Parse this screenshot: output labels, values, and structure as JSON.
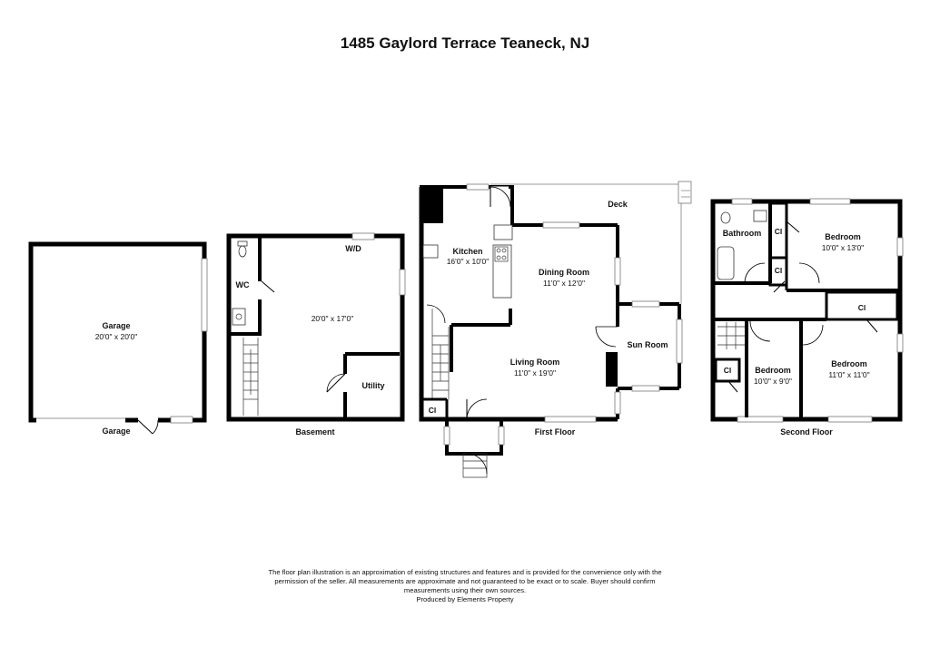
{
  "title": "1485 Gaylord Terrace Teaneck, NJ",
  "garage": {
    "room_name": "Garage",
    "room_dims": "20'0\" x 20'0\"",
    "floor_label": "Garage"
  },
  "basement": {
    "wc": "WC",
    "wd": "W/D",
    "room_dims": "20'0\" x 17'0\"",
    "utility": "Utility",
    "floor_label": "Basement"
  },
  "first_floor": {
    "deck": "Deck",
    "kitchen": "Kitchen",
    "kitchen_dims": "16'0\" x 10'0\"",
    "dining": "Dining Room",
    "dining_dims": "11'0\" x 12'0\"",
    "living": "Living Room",
    "living_dims": "11'0\" x 19'0\"",
    "sunroom": "Sun Room",
    "closet": "Cl",
    "floor_label": "First Floor"
  },
  "second_floor": {
    "bathroom": "Bathroom",
    "closet": "Cl",
    "bedroom1": "Bedroom",
    "bedroom1_dims": "10'0\" x 13'0\"",
    "bedroom2": "Bedroom",
    "bedroom2_dims": "10'0\" x 9'0\"",
    "bedroom3": "Bedroom",
    "bedroom3_dims": "11'0\" x 11'0\"",
    "floor_label": "Second Floor"
  },
  "disclaimer": [
    "The floor plan illustration is an approximation of existing structures and features and is provided for the convenience only with the",
    "permission of the seller. All measurements are approximate and not guaranteed to be exact or to scale. Buyer should confirm",
    "measurements using their own sources.",
    "Produced by Elements Property"
  ]
}
